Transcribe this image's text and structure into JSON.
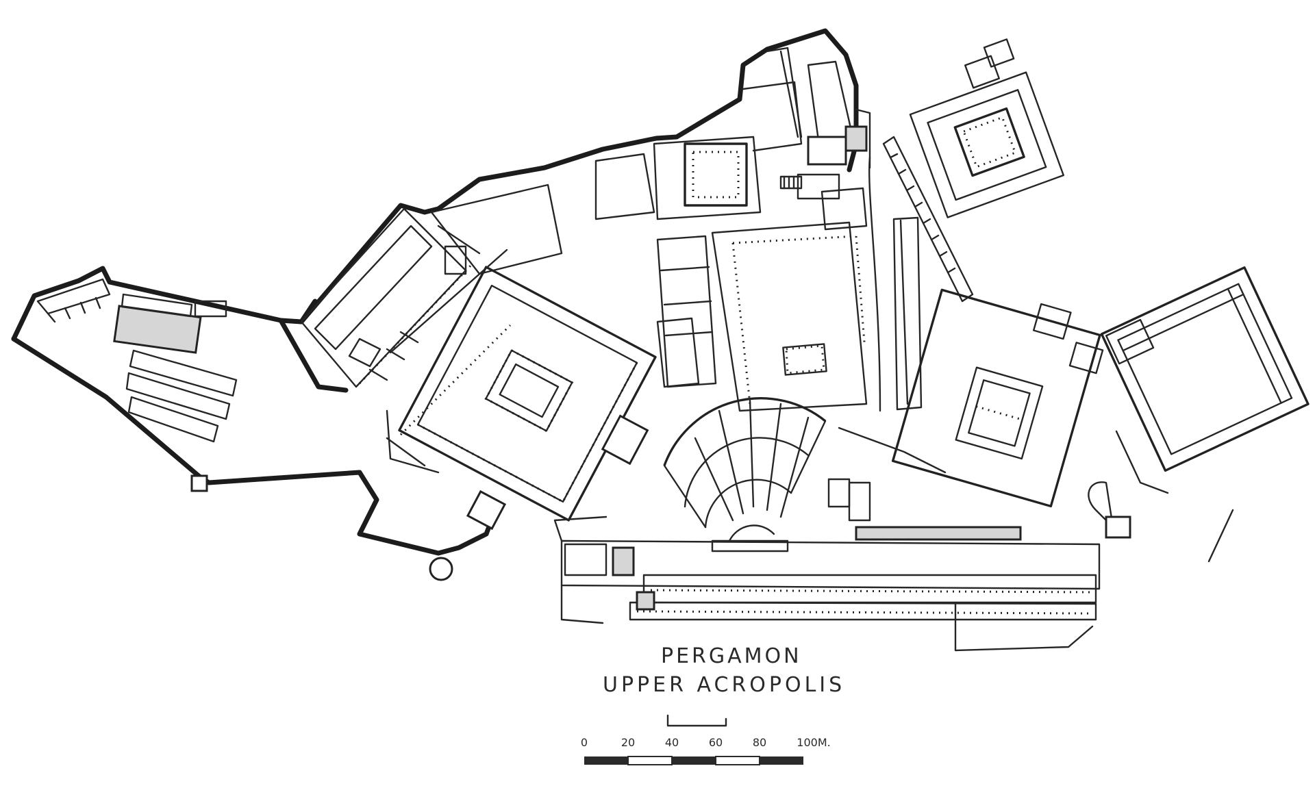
{
  "title": {
    "line1": "PERGAMON",
    "line2": "UPPER ACROPOLIS"
  },
  "scale": {
    "ticks": [
      "0",
      "20",
      "40",
      "60",
      "80",
      "100M."
    ]
  }
}
